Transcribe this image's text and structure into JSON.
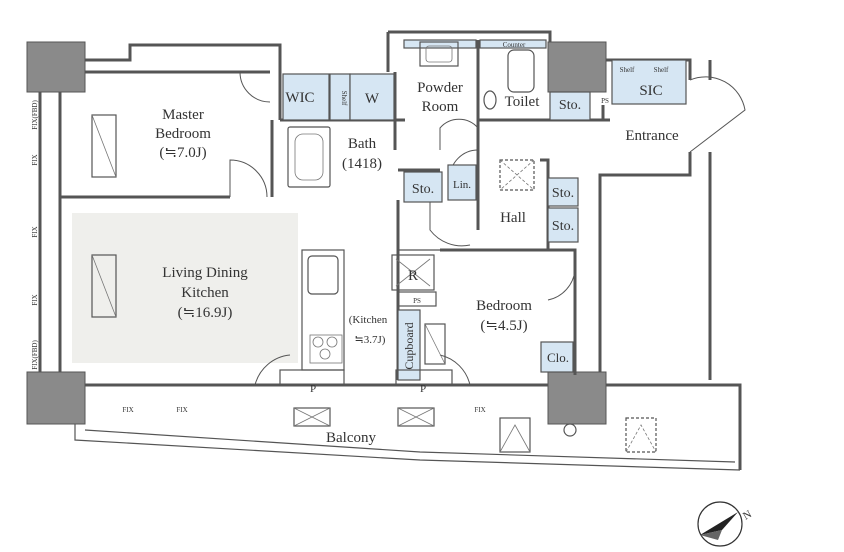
{
  "rooms": {
    "master_bedroom": {
      "name_line1": "Master",
      "name_line2": "Bedroom",
      "size": "(≒7.0J)"
    },
    "living": {
      "name_line1": "Living Dining",
      "name_line2": "Kitchen",
      "size": "(≒16.9J)"
    },
    "kitchen": {
      "name": "(Kitchen",
      "size": "≒3.7J)"
    },
    "bedroom": {
      "name": "Bedroom",
      "size": "(≒4.5J)"
    },
    "bath": {
      "name": "Bath",
      "size": "(1418)"
    },
    "powder": {
      "name_line1": "Powder",
      "name_line2": "Room"
    },
    "toilet": {
      "name": "Toilet"
    },
    "entrance": {
      "name": "Entrance"
    },
    "hall": {
      "name": "Hall"
    },
    "balcony": {
      "name": "Balcony"
    }
  },
  "storage": {
    "wic": "WIC",
    "shelf": "Shelf",
    "w": "W",
    "sic": "SIC",
    "shelf_a": "Shelf",
    "shelf_b": "Shelf",
    "sto": "Sto.",
    "lin": "Lin.",
    "clo": "Clo.",
    "cupboard": "Cupboard",
    "counter": "Counter"
  },
  "marks": {
    "ps": "PS",
    "p": "P",
    "r": "R",
    "fix": "FIX",
    "fix_fbd": "FIX(FBD)"
  },
  "compass": {
    "label": "N"
  },
  "colors": {
    "storage_fill": "#d6e6f3",
    "living_fill": "#efefec",
    "wall": "#555555",
    "column": "#8a8a8a"
  }
}
